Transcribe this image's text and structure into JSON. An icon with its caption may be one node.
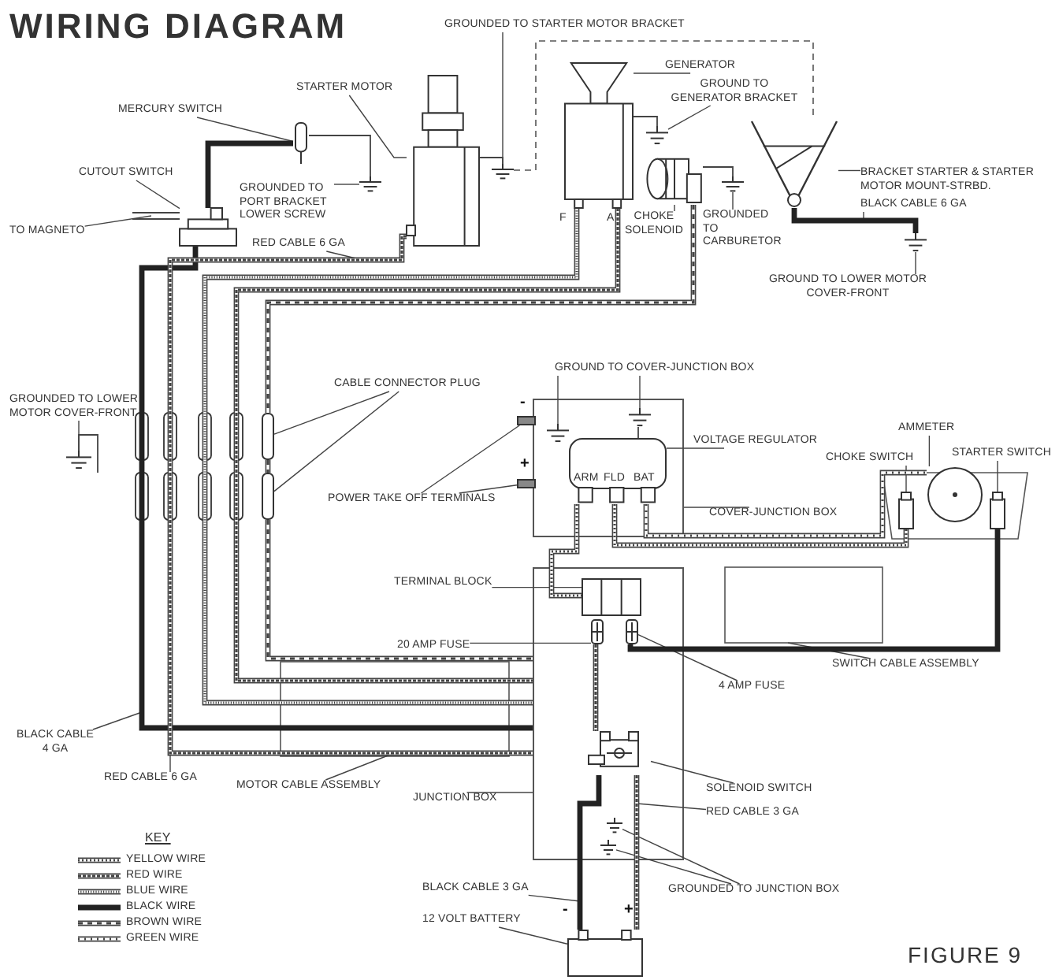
{
  "diagram": {
    "title": "WIRING DIAGRAM",
    "caption": "FIGURE 9",
    "nodes": [
      {
        "text": [
          "GROUNDED TO STARTER MOTOR BRACKET"
        ]
      },
      {
        "text": [],
        "shape": "picture"
      },
      {
        "text": [
          "STARTER MOTOR"
        ]
      },
      {
        "text": [],
        "shape": "picture"
      },
      {
        "text": [
          "MERCURY SWITCH"
        ]
      },
      {
        "text": [],
        "shape": "picture"
      },
      {
        "text": [
          "CUTOUT SWITCH"
        ]
      },
      {
        "text": [],
        "shape": "picture"
      },
      {
        "text": [
          "TO MAGNETO"
        ]
      },
      {
        "text": [
          "GROUNDED TO PORT BRACKET LOWER SCREW"
        ]
      },
      {
        "text": [],
        "shape": "picture"
      },
      {
        "text": [
          "RED CABLE 6 GA"
        ]
      },
      {
        "text": [
          "GENERATOR"
        ]
      },
      {
        "text": [],
        "shape": "picture"
      },
      {
        "text": [
          "GROUND TO GENERATOR BRACKET"
        ]
      },
      {
        "text": [],
        "shape": "picture"
      },
      {
        "text": [
          "CHOKE SOLENOID"
        ]
      },
      {
        "text": [],
        "shape": "cylinder"
      },
      {
        "text": [
          "GROUNDED TO CARBURETOR"
        ]
      },
      {
        "text": [],
        "shape": "picture"
      },
      {
        "text": [
          "BRACKET STARTER & STARTER MOTOR MOUNT-STRBD."
        ]
      },
      {
        "text": [],
        "shape": "picture"
      },
      {
        "text": [
          "BLACK CABLE 6 GA"
        ]
      },
      {
        "text": [
          "GROUND TO LOWER MOTOR COVER-FRONT"
        ]
      },
      {
        "text": [],
        "shape": "picture"
      },
      {
        "text": [
          "CABLE CONNECTOR PLUG"
        ]
      },
      {
        "text": [],
        "shape": "box"
      },
      {
        "text": [],
        "shape": "box"
      },
      {
        "text": [
          "GROUNDED TO LOWER MOTOR COVER-FRONT"
        ]
      },
      {
        "text": [],
        "shape": "picture"
      },
      {
        "text": [
          "GROUND TO COVER-JUNCTION BOX"
        ]
      },
      {
        "text": [],
        "shape": "box"
      },
      {
        "text": [],
        "shape": "picture",
        "in": 31
      },
      {
        "text": [],
        "shape": "picture",
        "in": 31
      },
      {
        "text": [],
        "shape": "box",
        "in": 31
      },
      {
        "text": [
          "VOLTAGE REGULATOR"
        ]
      },
      {
        "text": [
          "POWER TAKE OFF TERMINALS"
        ]
      },
      {
        "text": [],
        "shape": "box"
      },
      {
        "text": [],
        "shape": "box"
      },
      {
        "text": [
          "COVER-JUNCTION BOX"
        ]
      },
      {
        "text": [
          "AMMETER"
        ]
      },
      {
        "text": [
          "CHOKE SWITCH"
        ]
      },
      {
        "text": [
          "STARTER SWITCH"
        ]
      },
      {
        "text": [],
        "shape": "box"
      },
      {
        "text": [],
        "shape": "circle"
      },
      {
        "text": [],
        "shape": "box"
      },
      {
        "text": [
          "TERMINAL BLOCK"
        ]
      },
      {
        "text": [],
        "shape": "box"
      },
      {
        "text": [],
        "shape": "box",
        "in": 47
      },
      {
        "text": [],
        "shape": "picture",
        "in": 47
      },
      {
        "text": [],
        "shape": "picture",
        "in": 47
      },
      {
        "text": [],
        "shape": "picture",
        "in": 47
      },
      {
        "text": [],
        "shape": "picture",
        "in": 47
      },
      {
        "text": [],
        "shape": "picture",
        "in": 47
      },
      {
        "text": [
          "20 AMP FUSE"
        ]
      },
      {
        "text": [
          "SWITCH CABLE ASSEMBLY"
        ]
      },
      {
        "text": [
          "4 AMP FUSE"
        ]
      },
      {
        "text": [
          "BLACK CABLE 4 GA"
        ]
      },
      {
        "text": [
          "RED CABLE 6 GA"
        ]
      },
      {
        "text": [
          "MOTOR CABLE ASSEMBLY"
        ]
      },
      {
        "text": [
          "JUNCTION BOX"
        ]
      },
      {
        "text": [
          "SOLENOID SWITCH"
        ]
      },
      {
        "text": [
          "RED CABLE 3 GA"
        ]
      },
      {
        "text": [
          "GROUNDED TO JUNCTION BOX"
        ]
      },
      {
        "text": [
          "BLACK CABLE 3 GA"
        ]
      },
      {
        "text": [
          "12 VOLT BATTERY"
        ]
      },
      {
        "text": [],
        "shape": "box"
      }
    ],
    "edges": [
      {
        "from": 0,
        "to": 1,
        "arrow": "none"
      },
      {
        "from": 2,
        "to": 3,
        "arrow": "none"
      },
      {
        "from": 4,
        "to": 5,
        "arrow": "none"
      },
      {
        "from": 6,
        "to": 7,
        "arrow": "none"
      },
      {
        "from": 8,
        "to": null,
        "arrow": "none"
      },
      {
        "from": 9,
        "to": 10,
        "arrow": "none"
      },
      {
        "from": 11,
        "to": null,
        "arrow": "none"
      },
      {
        "from": 12,
        "to": 13,
        "arrow": "none"
      },
      {
        "from": 14,
        "to": 15,
        "arrow": "none"
      },
      {
        "from": 16,
        "to": 17,
        "arrow": "none"
      },
      {
        "from": 18,
        "to": 19,
        "arrow": "none"
      },
      {
        "from": 20,
        "to": 21,
        "arrow": "none"
      },
      {
        "from": 22,
        "to": null,
        "arrow": "none"
      },
      {
        "from": 23,
        "to": 24,
        "arrow": "none"
      },
      {
        "from": 25,
        "to": 26,
        "arrow": "none"
      },
      {
        "from": 25,
        "to": 27,
        "arrow": "none"
      },
      {
        "from": 28,
        "to": 29,
        "arrow": "none"
      },
      {
        "from": 30,
        "to": 32,
        "arrow": "none"
      },
      {
        "from": 30,
        "to": 33,
        "arrow": "none"
      },
      {
        "from": 35,
        "to": 34,
        "arrow": "none"
      },
      {
        "from": 36,
        "to": 37,
        "arrow": "none"
      },
      {
        "from": 36,
        "to": 38,
        "arrow": "none"
      },
      {
        "from": 39,
        "to": 31,
        "arrow": "none"
      },
      {
        "from": 40,
        "to": 44,
        "arrow": "none"
      },
      {
        "from": 41,
        "to": 43,
        "arrow": "none"
      },
      {
        "from": 42,
        "to": 45,
        "arrow": "none"
      },
      {
        "from": 46,
        "to": 48,
        "arrow": "none"
      },
      {
        "from": 54,
        "to": 49,
        "arrow": "none"
      },
      {
        "from": 55,
        "to": null,
        "arrow": "none"
      },
      {
        "from": 56,
        "to": 50,
        "arrow": "none"
      },
      {
        "from": 57,
        "to": null,
        "arrow": "none"
      },
      {
        "from": 58,
        "to": null,
        "arrow": "none"
      },
      {
        "from": 59,
        "to": null,
        "arrow": "none"
      },
      {
        "from": 60,
        "to": 47,
        "arrow": "none"
      },
      {
        "from": 61,
        "to": 51,
        "arrow": "none"
      },
      {
        "from": 62,
        "to": null,
        "arrow": "none"
      },
      {
        "from": 63,
        "to": 52,
        "arrow": "none"
      },
      {
        "from": 63,
        "to": 53,
        "arrow": "none"
      },
      {
        "from": 64,
        "to": null,
        "arrow": "none"
      },
      {
        "from": 65,
        "to": 66,
        "arrow": "none"
      },
      {
        "from": 7,
        "to": null,
        "arrow": "none"
      },
      {
        "from": 7,
        "to": 5,
        "arrow": "none",
        "style": "thick"
      },
      {
        "from": 7,
        "to": 47,
        "arrow": "none",
        "style": "thick"
      },
      {
        "from": 3,
        "to": 47,
        "arrow": "none",
        "style": "thick"
      },
      {
        "from": 13,
        "to": 47,
        "arrow": "none",
        "style": "thick"
      },
      {
        "from": 13,
        "to": 47,
        "arrow": "none",
        "style": "thick"
      },
      {
        "from": 17,
        "to": 26,
        "arrow": "none",
        "style": "thick"
      },
      {
        "from": 26,
        "to": 27,
        "arrow": "none",
        "style": "thick"
      },
      {
        "from": 27,
        "to": 47,
        "arrow": "none",
        "style": "thick"
      },
      {
        "from": 34,
        "to": 48,
        "arrow": "none",
        "style": "thick"
      },
      {
        "from": 34,
        "to": 43,
        "arrow": "none",
        "style": "thick"
      },
      {
        "from": 34,
        "to": 44,
        "arrow": "none",
        "style": "thick"
      },
      {
        "from": 50,
        "to": 45,
        "arrow": "none",
        "style": "thick"
      },
      {
        "from": 49,
        "to": 51,
        "arrow": "none",
        "style": "thick"
      },
      {
        "from": 51,
        "to": 66,
        "arrow": "none",
        "style": "thick"
      },
      {
        "from": 51,
        "to": 66,
        "arrow": "none",
        "style": "thick"
      },
      {
        "from": 21,
        "to": 24,
        "arrow": "none",
        "style": "thick"
      },
      {
        "from": 3,
        "to": 1,
        "arrow": "none"
      },
      {
        "from": 5,
        "to": 10,
        "arrow": "none"
      },
      {
        "from": 13,
        "to": 15,
        "arrow": "none"
      },
      {
        "from": 17,
        "to": 19,
        "arrow": "none"
      },
      {
        "from": 29,
        "to": null,
        "arrow": "none"
      },
      {
        "from": 34,
        "to": 33,
        "arrow": "none"
      },
      {
        "from": 1,
        "to": 21,
        "arrow": "none",
        "style": "dashed"
      }
    ],
    "labels": [
      "F",
      "A",
      "ARM",
      "FLD",
      "BAT",
      "-",
      "+",
      "-",
      "+",
      "KEY"
    ],
    "legend": [
      {
        "text": "YELLOW WIRE"
      },
      {
        "text": "RED WIRE"
      },
      {
        "text": "BLUE WIRE"
      },
      {
        "text": "BLACK WIRE"
      },
      {
        "text": "BROWN WIRE"
      },
      {
        "text": "GREEN WIRE"
      }
    ]
  }
}
